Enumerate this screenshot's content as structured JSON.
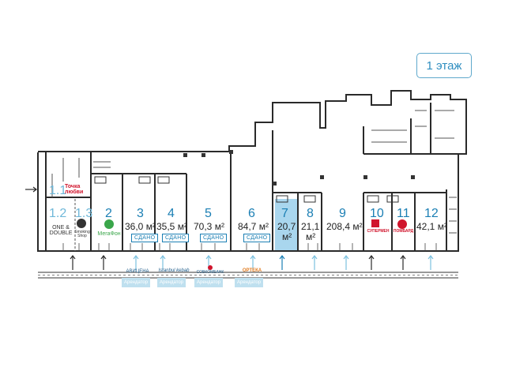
{
  "floor_label": "1 этаж",
  "units": [
    {
      "id": "1.1",
      "area": "",
      "status": "",
      "brand": "Точка любви"
    },
    {
      "id": "1.2",
      "area": "",
      "status": "",
      "brand": "ONE & DOUBLE"
    },
    {
      "id": "1.3",
      "area": "",
      "status": "",
      "brand": "Smoking Shop"
    },
    {
      "id": "2",
      "area": "",
      "status": "",
      "brand": "МегаФон"
    },
    {
      "id": "3",
      "area": "36,0 м²",
      "status": "СДАНО",
      "brand": ""
    },
    {
      "id": "4",
      "area": "35,5 м²",
      "status": "СДАНО",
      "brand": ""
    },
    {
      "id": "5",
      "area": "70,3 м²",
      "status": "СДАНО",
      "brand": ""
    },
    {
      "id": "6",
      "area": "84,7 м²",
      "status": "СДАНО",
      "brand": ""
    },
    {
      "id": "7",
      "area_line1": "20,7",
      "area_line2": "м²",
      "status": "",
      "brand": ""
    },
    {
      "id": "8",
      "area_line1": "21,1",
      "area_line2": "м²",
      "status": "",
      "brand": ""
    },
    {
      "id": "9",
      "area": "208,4 м²",
      "status": "",
      "brand": ""
    },
    {
      "id": "10",
      "area": "",
      "status": "",
      "brand": "СУПЕРМЕН"
    },
    {
      "id": "11",
      "area": "",
      "status": "",
      "brand": "ПОМБАРД"
    },
    {
      "id": "12",
      "area": "42,1 м²",
      "status": "",
      "brand": ""
    }
  ],
  "tenants": [
    {
      "logo": "АВИЦЕНА",
      "label": "Арендатор"
    },
    {
      "logo": "Istanbul kebab",
      "label": "Арендатор"
    },
    {
      "logo": "СОВКОМБАНК",
      "label": "Арендатор"
    },
    {
      "logo": "ОРТЕКА",
      "label": "Арендатор"
    }
  ],
  "colors": {
    "accent": "#1b7fb4",
    "highlight": "#a9d6ee",
    "wall": "#2a2a2a",
    "tenant_bg": "#bfe0ef",
    "red_brand": "#d0142c",
    "green_brand": "#3aa64a"
  }
}
